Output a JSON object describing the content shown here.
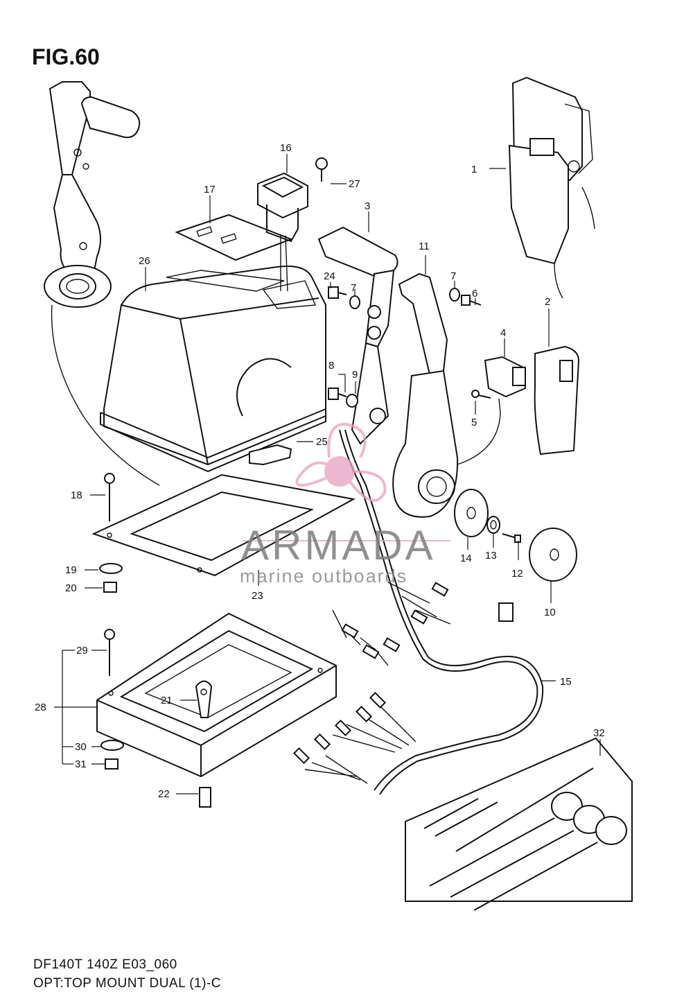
{
  "figure": {
    "title": "FIG.60"
  },
  "footer": {
    "line1": "DF140T 140Z E03_060",
    "line2": "OPT:TOP MOUNT DUAL (1)-C"
  },
  "watermark": {
    "brand": "ARMADA",
    "tagline": "marine outboards",
    "accent_color": "#e8a0c0",
    "text_color": "#7d7d7d"
  },
  "callouts": [
    "1",
    "2",
    "3",
    "4",
    "5",
    "6",
    "7",
    "7",
    "8",
    "9",
    "10",
    "11",
    "12",
    "13",
    "14",
    "15",
    "16",
    "17",
    "18",
    "19",
    "20",
    "21",
    "22",
    "23",
    "24",
    "25",
    "26",
    "27",
    "28",
    "29",
    "30",
    "31",
    "32"
  ]
}
